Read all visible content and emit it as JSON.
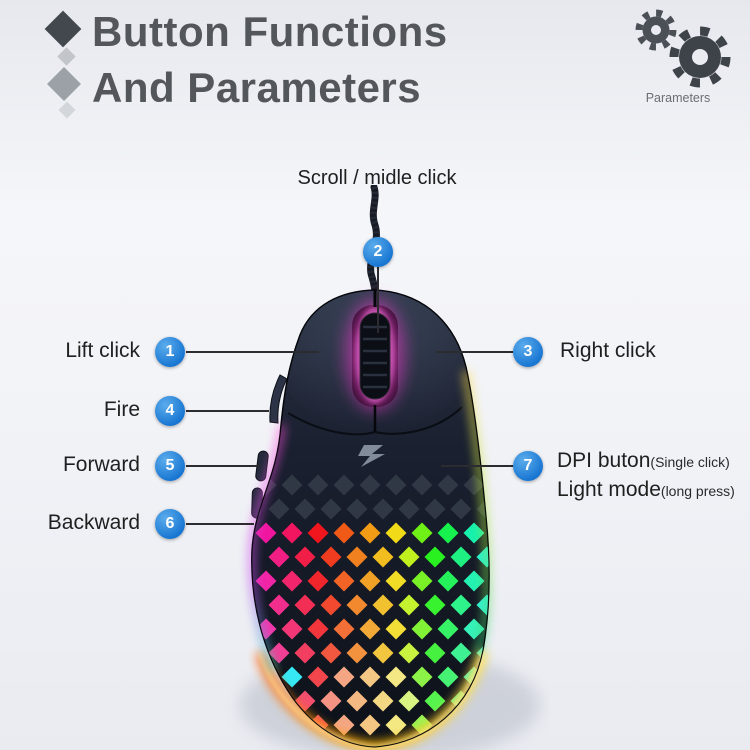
{
  "header": {
    "title_line1": "Button Functions",
    "title_line2": "And Parameters",
    "corner_caption": "Parameters"
  },
  "annotations": {
    "lift": {
      "num": "1",
      "label": "Lift click"
    },
    "scroll": {
      "num": "2",
      "label": "Scroll / midle click"
    },
    "right": {
      "num": "3",
      "label": "Right click"
    },
    "fire": {
      "num": "4",
      "label": "Fire"
    },
    "forward": {
      "num": "5",
      "label": "Forward"
    },
    "backward": {
      "num": "6",
      "label": "Backward"
    },
    "dpi": {
      "num": "7",
      "label_line1": "DPI buton",
      "label_line1_sub": "(Single click)",
      "label_line2": "Light mode",
      "label_line2_sub": "(long press)"
    }
  },
  "colors": {
    "callout_blue": "#1876d2",
    "title_gray": "#53575b",
    "mouse_body_dark": "#161b27",
    "wheel_glow": "#ff3bd4",
    "glow_bottom": [
      "#ff6a1a",
      "#ffb400",
      "#ffe34a"
    ],
    "glow_right": [
      "#ffd84a",
      "#a8e83c",
      "#2fd07a"
    ],
    "glow_left": [
      "#ff4fd8",
      "#c44af0",
      "#28d8cc"
    ],
    "honeycomb_hue_stops": [
      320,
      350,
      385,
      415,
      490,
      535
    ]
  }
}
